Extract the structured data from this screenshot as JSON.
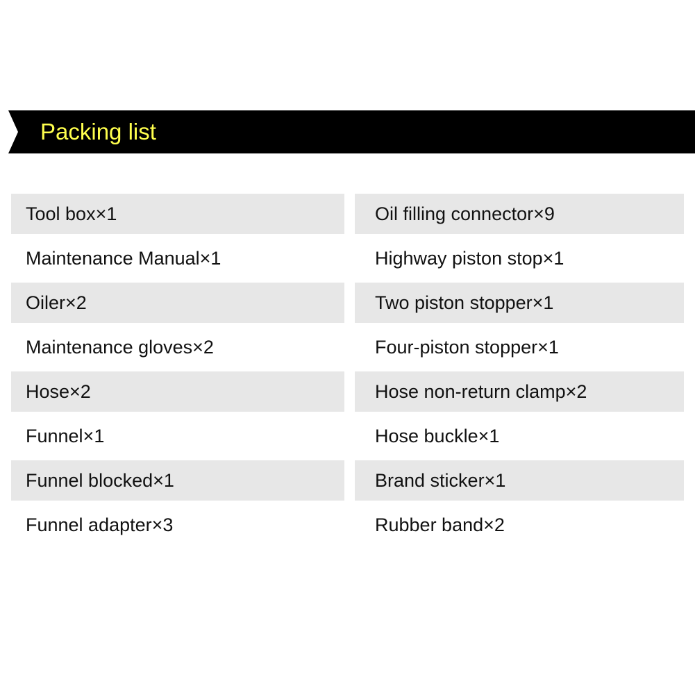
{
  "header": {
    "title": "Packing list"
  },
  "colors": {
    "banner_background": "#000000",
    "title_text": "#ffff4d",
    "shaded_row": "#e7e7e7",
    "item_text": "#111111"
  },
  "items": {
    "left": [
      "Tool box×1",
      "Maintenance Manual×1",
      "Oiler×2",
      "Maintenance gloves×2",
      "Hose×2",
      "Funnel×1",
      "Funnel blocked×1",
      "Funnel adapter×3"
    ],
    "right": [
      "Oil filling connector×9",
      "Highway piston stop×1",
      "Two piston stopper×1",
      "Four-piston stopper×1",
      "Hose non-return clamp×2",
      "Hose buckle×1",
      "Brand sticker×1",
      "Rubber band×2"
    ]
  }
}
